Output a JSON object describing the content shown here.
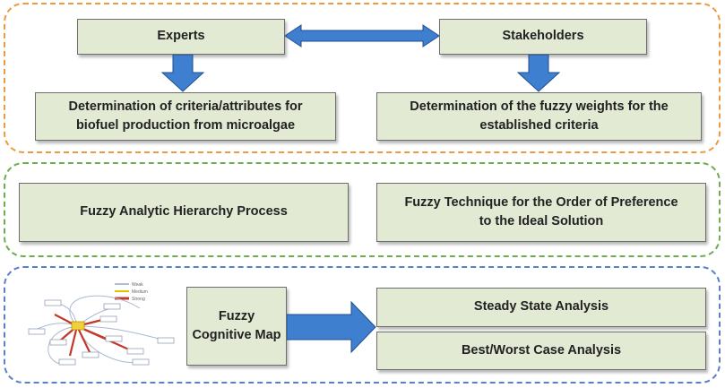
{
  "top_group": {
    "experts": "Experts",
    "stakeholders": "Stakeholders",
    "criteria_line1": "Determination of criteria/attributes for",
    "criteria_line2": "biofuel production from microalgae",
    "weights_line1": "Determination of the fuzzy weights for the",
    "weights_line2": "established criteria"
  },
  "middle_group": {
    "ahp": "Fuzzy Analytic Hierarchy Process",
    "topsis_line1": "Fuzzy Technique for the Order of Preference",
    "topsis_line2": "to the Ideal Solution"
  },
  "bottom_group": {
    "fcm_line1": "Fuzzy",
    "fcm_line2": "Cognitive Map",
    "steady_state": "Steady State Analysis",
    "best_worst": "Best/Worst Case Analysis"
  },
  "fcm_thumbnail_legend": [
    "Weak",
    "Medium",
    "Strong"
  ],
  "colors": {
    "box_fill": "#E2EAD4",
    "arrow_fill": "#3F7FD0",
    "group1_border": "#ED9A3F",
    "group2_border": "#6FAC50",
    "group3_border": "#5B7FC7"
  }
}
